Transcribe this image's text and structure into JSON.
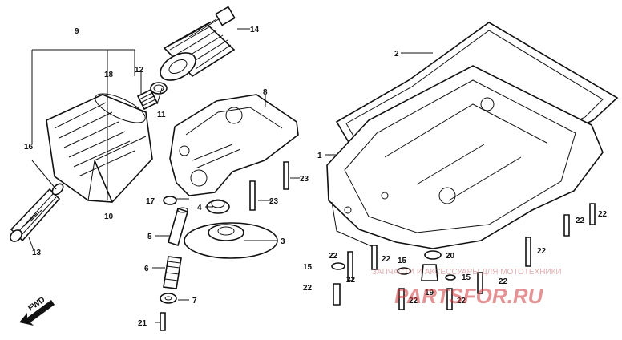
{
  "callouts": [
    "1",
    "2",
    "3",
    "4",
    "5",
    "6",
    "7",
    "8",
    "9",
    "10",
    "11",
    "12",
    "13",
    "14",
    "15",
    "16",
    "17",
    "18",
    "19",
    "20",
    "21",
    "22",
    "23"
  ],
  "direction_label": "FWD",
  "watermark": {
    "top": "ЗАПЧАСТИ И АКСЕССУАРЫ ДЛЯ МОТОТЕХНИКИ",
    "brand": "PARTSFOR.RU",
    "color": "#d13a3f"
  }
}
